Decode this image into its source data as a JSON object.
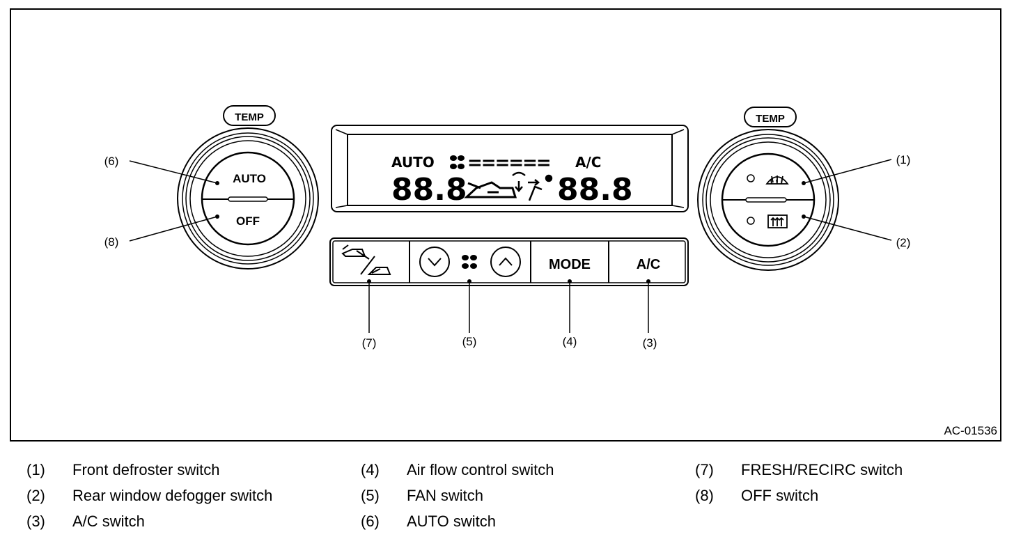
{
  "diagram": {
    "figure_id": "AC-01536",
    "knobs": {
      "left": {
        "temp_label": "TEMP",
        "top_label": "AUTO",
        "bottom_label": "OFF"
      },
      "right": {
        "temp_label": "TEMP",
        "top_icon": "front-defroster-icon",
        "bottom_icon": "rear-defogger-icon"
      }
    },
    "display": {
      "auto_text": "AUTO",
      "ac_text": "A/C",
      "left_temp": "88.8",
      "right_temp": "88.8",
      "fan_bars": "======"
    },
    "buttons": {
      "fresh_recirc_icon": "fresh-recirc-icon",
      "fan_down_icon": "chevron-down-icon",
      "fan_icon": "fan-icon",
      "fan_up_icon": "chevron-up-icon",
      "mode": "MODE",
      "ac": "A/C"
    },
    "callouts": {
      "c1": "(1)",
      "c2": "(2)",
      "c3": "(3)",
      "c4": "(4)",
      "c5": "(5)",
      "c6": "(6)",
      "c7": "(7)",
      "c8": "(8)"
    }
  },
  "legend": [
    {
      "num": "(1)",
      "text": "Front defroster switch"
    },
    {
      "num": "(2)",
      "text": "Rear window defogger switch"
    },
    {
      "num": "(3)",
      "text": "A/C switch"
    },
    {
      "num": "(4)",
      "text": "Air flow control switch"
    },
    {
      "num": "(5)",
      "text": "FAN switch"
    },
    {
      "num": "(6)",
      "text": "AUTO switch"
    },
    {
      "num": "(7)",
      "text": "FRESH/RECIRC switch"
    },
    {
      "num": "(8)",
      "text": "OFF switch"
    }
  ]
}
